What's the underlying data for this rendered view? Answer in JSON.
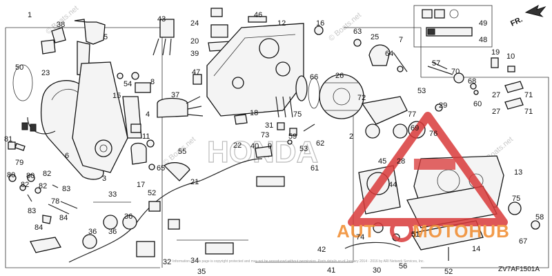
{
  "diagram": {
    "code": "ZV7AF1501A",
    "direction": "FR.",
    "site_watermark": "© Boats.net",
    "big_watermark": "HONDA",
    "brand": {
      "left": "AUT",
      "right": "MOTOHUB",
      "circle_letter": "O",
      "red": "#d93a3a",
      "orange": "#f08a2c"
    },
    "copyright_line": "Information on this page is copyright protected and may not be reproduced without permission. Parts details as of January 2014 · 2016 by ARI Network Services, Inc.",
    "callouts": [
      {
        "id": "c1",
        "t": "1"
      },
      {
        "id": "c2",
        "t": "2"
      },
      {
        "id": "c3",
        "t": "3"
      },
      {
        "id": "c4",
        "t": "4"
      },
      {
        "id": "c5",
        "t": "5"
      },
      {
        "id": "c6",
        "t": "6"
      },
      {
        "id": "c7",
        "t": "7"
      },
      {
        "id": "c8",
        "t": "8"
      },
      {
        "id": "c9",
        "t": "9"
      },
      {
        "id": "c10",
        "t": "10"
      },
      {
        "id": "c11",
        "t": "11"
      },
      {
        "id": "c12",
        "t": "12"
      },
      {
        "id": "c13",
        "t": "13"
      },
      {
        "id": "c14",
        "t": "14"
      },
      {
        "id": "c15",
        "t": "15"
      },
      {
        "id": "c16",
        "t": "16"
      },
      {
        "id": "c17",
        "t": "17"
      },
      {
        "id": "c18",
        "t": "18"
      },
      {
        "id": "c19",
        "t": "19"
      },
      {
        "id": "c20",
        "t": "20"
      },
      {
        "id": "c21",
        "t": "21"
      },
      {
        "id": "c22",
        "t": "22"
      },
      {
        "id": "c23",
        "t": "23"
      },
      {
        "id": "c24",
        "t": "24"
      },
      {
        "id": "c25",
        "t": "25"
      },
      {
        "id": "c26",
        "t": "26"
      },
      {
        "id": "c27a",
        "t": "27"
      },
      {
        "id": "c27b",
        "t": "27"
      },
      {
        "id": "c28",
        "t": "28"
      },
      {
        "id": "c29",
        "t": "29"
      },
      {
        "id": "c30",
        "t": "30"
      },
      {
        "id": "c31",
        "t": "31"
      },
      {
        "id": "c32",
        "t": "32"
      },
      {
        "id": "c33",
        "t": "33"
      },
      {
        "id": "c34",
        "t": "34"
      },
      {
        "id": "c35",
        "t": "35"
      },
      {
        "id": "c36a",
        "t": "36"
      },
      {
        "id": "c36b",
        "t": "36"
      },
      {
        "id": "c36c",
        "t": "36"
      },
      {
        "id": "c37",
        "t": "37"
      },
      {
        "id": "c38",
        "t": "38"
      },
      {
        "id": "c39",
        "t": "39"
      },
      {
        "id": "c40",
        "t": "40"
      },
      {
        "id": "c41",
        "t": "41"
      },
      {
        "id": "c42",
        "t": "42"
      },
      {
        "id": "c43",
        "t": "43"
      },
      {
        "id": "c44",
        "t": "44"
      },
      {
        "id": "c45",
        "t": "45"
      },
      {
        "id": "c46",
        "t": "46"
      },
      {
        "id": "c47",
        "t": "47"
      },
      {
        "id": "c48",
        "t": "48"
      },
      {
        "id": "c49",
        "t": "49"
      },
      {
        "id": "c50",
        "t": "50"
      },
      {
        "id": "c51",
        "t": "51"
      },
      {
        "id": "c52a",
        "t": "52"
      },
      {
        "id": "c52b",
        "t": "52"
      },
      {
        "id": "c53a",
        "t": "53"
      },
      {
        "id": "c53b",
        "t": "53"
      },
      {
        "id": "c54",
        "t": "54"
      },
      {
        "id": "c55",
        "t": "55"
      },
      {
        "id": "c56",
        "t": "56"
      },
      {
        "id": "c57",
        "t": "57"
      },
      {
        "id": "c58",
        "t": "58"
      },
      {
        "id": "c59",
        "t": "59"
      },
      {
        "id": "c60",
        "t": "60"
      },
      {
        "id": "c61",
        "t": "61"
      },
      {
        "id": "c62",
        "t": "62"
      },
      {
        "id": "c63",
        "t": "63"
      },
      {
        "id": "c64",
        "t": "64"
      },
      {
        "id": "c65",
        "t": "65"
      },
      {
        "id": "c66",
        "t": "66"
      },
      {
        "id": "c67",
        "t": "67"
      },
      {
        "id": "c68",
        "t": "68"
      },
      {
        "id": "c69",
        "t": "69"
      },
      {
        "id": "c70",
        "t": "70"
      },
      {
        "id": "c71a",
        "t": "71"
      },
      {
        "id": "c71b",
        "t": "71"
      },
      {
        "id": "c72",
        "t": "72"
      },
      {
        "id": "c73",
        "t": "73"
      },
      {
        "id": "c74",
        "t": "74"
      },
      {
        "id": "c75a",
        "t": "75"
      },
      {
        "id": "c75b",
        "t": "75"
      },
      {
        "id": "c76",
        "t": "76"
      },
      {
        "id": "c77",
        "t": "77"
      },
      {
        "id": "c78",
        "t": "78"
      },
      {
        "id": "c79",
        "t": "79"
      },
      {
        "id": "c80a",
        "t": "80"
      },
      {
        "id": "c80b",
        "t": "80"
      },
      {
        "id": "c81",
        "t": "81"
      },
      {
        "id": "c82a",
        "t": "82"
      },
      {
        "id": "c82b",
        "t": "82"
      },
      {
        "id": "c82c",
        "t": "82"
      },
      {
        "id": "c83a",
        "t": "83"
      },
      {
        "id": "c83b",
        "t": "83"
      },
      {
        "id": "c84a",
        "t": "84"
      },
      {
        "id": "c84b",
        "t": "84"
      }
    ]
  }
}
